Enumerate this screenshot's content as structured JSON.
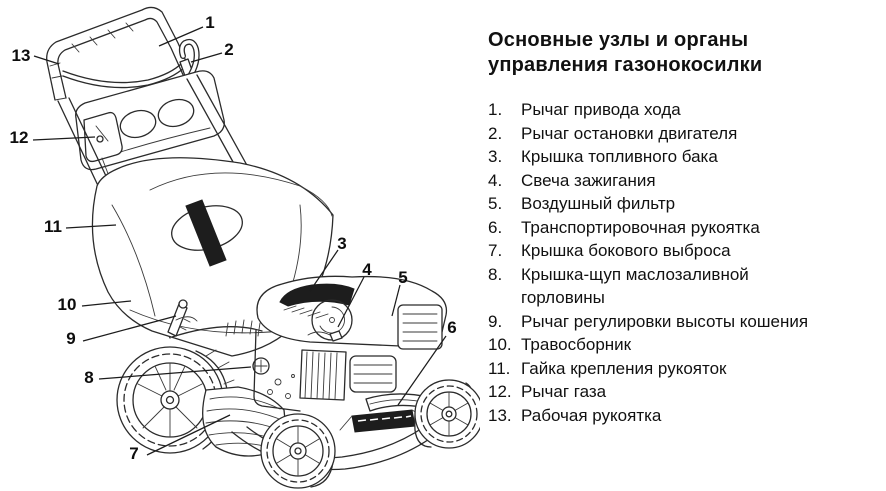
{
  "colors": {
    "background": "#ffffff",
    "text": "#111111",
    "line_art": "#2b2b2b"
  },
  "legend": {
    "title_line1": "Основные узлы и органы",
    "title_line2": "управления газонокосилки",
    "items": [
      {
        "number": "1.",
        "label": "Рычаг привода хода"
      },
      {
        "number": "2.",
        "label": "Рычаг остановки двигателя"
      },
      {
        "number": "3.",
        "label": "Крышка топливного бака"
      },
      {
        "number": "4.",
        "label": "Свеча зажигания"
      },
      {
        "number": "5.",
        "label": "Воздушный фильтр"
      },
      {
        "number": "6.",
        "label": "Транспортировочная рукоятка"
      },
      {
        "number": "7.",
        "label": "Крышка бокового выброса"
      },
      {
        "number": "8.",
        "label": "Крышка-щуп маслозаливной\nгорловины"
      },
      {
        "number": "9.",
        "label": "Рычаг регулировки высоты кошения"
      },
      {
        "number": "10.",
        "label": "Травосборник"
      },
      {
        "number": "11.",
        "label": "Гайка крепления рукояток"
      },
      {
        "number": "12.",
        "label": "Рычаг газа"
      },
      {
        "number": "13.",
        "label": "Рабочая рукоятка"
      }
    ]
  },
  "diagram": {
    "subject": "petrol lawn mower line drawing with numbered callouts",
    "callouts": [
      {
        "number": "1"
      },
      {
        "number": "2"
      },
      {
        "number": "3"
      },
      {
        "number": "4"
      },
      {
        "number": "5"
      },
      {
        "number": "6"
      },
      {
        "number": "7"
      },
      {
        "number": "8"
      },
      {
        "number": "9"
      },
      {
        "number": "10"
      },
      {
        "number": "11"
      },
      {
        "number": "12"
      },
      {
        "number": "13"
      }
    ]
  }
}
